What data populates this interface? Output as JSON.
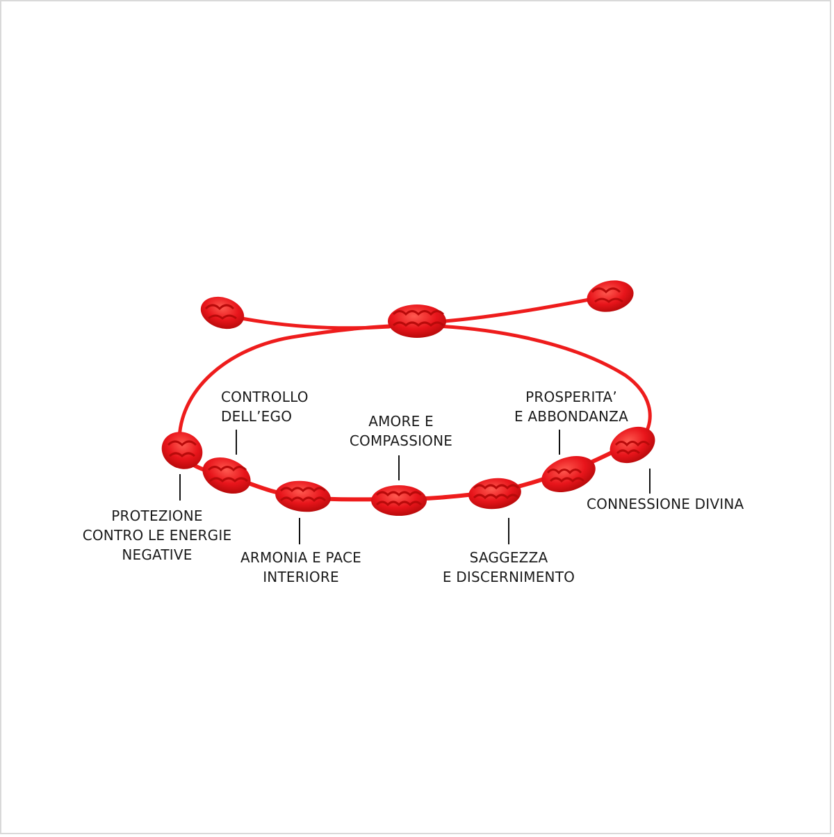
{
  "colors": {
    "cord": "#ee1c1c",
    "cord_dark": "#b80a0a",
    "knot": "#e8151b",
    "knot_highlight": "#ff4a44",
    "text": "#1a1a1a",
    "tick": "#111111"
  },
  "labels": {
    "controllo": {
      "line1": "CONTROLLO",
      "line2": "DELL’EGO"
    },
    "amore": {
      "line1": "AMORE E",
      "line2": "COMPASSIONE"
    },
    "prosperita": {
      "line1": "PROSPERITA’",
      "line2": "E ABBONDANZA"
    },
    "protezione": {
      "line1": "PROTEZIONE",
      "line2": "CONTRO LE ENERGIE",
      "line3": "NEGATIVE"
    },
    "armonia": {
      "line1": "ARMONIA E PACE",
      "line2": "INTERIORE"
    },
    "saggezza": {
      "line1": "SAGGEZZA",
      "line2": "E DISCERNIMENTO"
    },
    "connessione": {
      "line1": "CONNESSIONE DIVINA"
    }
  }
}
